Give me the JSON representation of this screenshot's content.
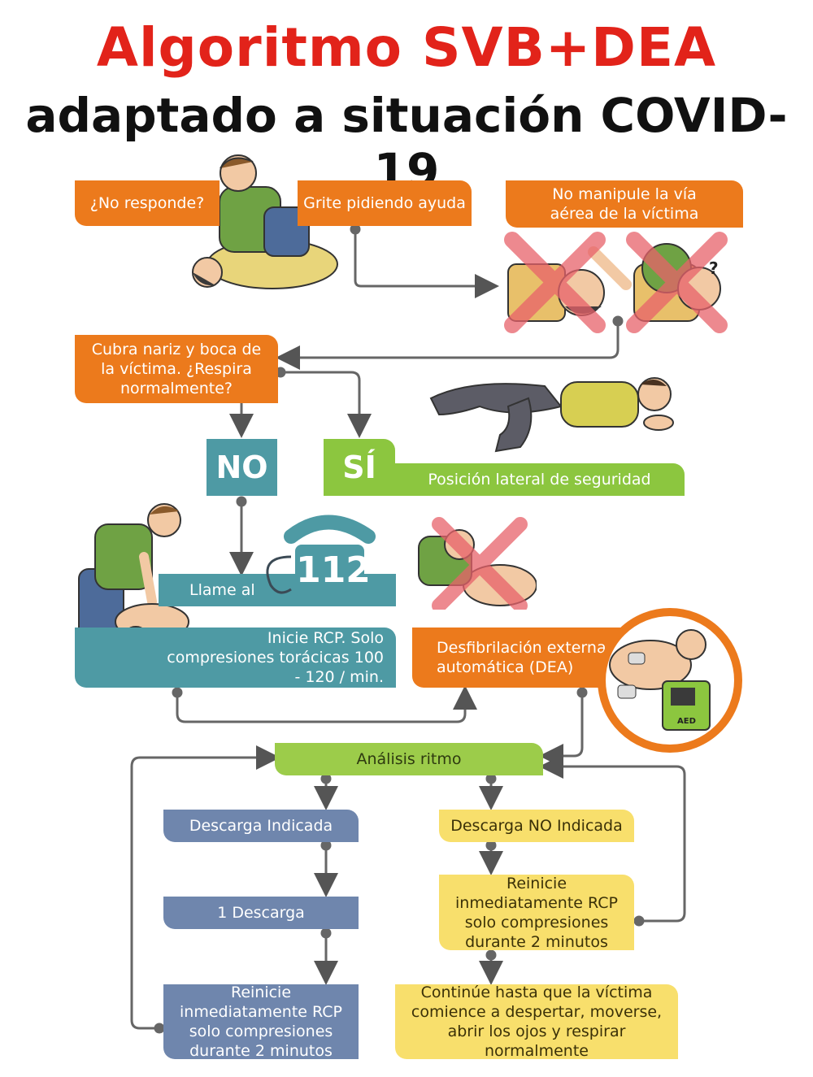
{
  "title": {
    "line1": "Algoritmo SVB+DEA",
    "line2": "adaptado a situación COVID-19"
  },
  "steps": {
    "no_responde": "¿No responde?",
    "grite": "Grite pidiendo ayuda",
    "no_manipule": "No manipule la vía aérea de la víctima",
    "cubra": "Cubra nariz y boca de la víctima. ¿Respira normalmente?",
    "no": "NO",
    "si": "SÍ",
    "posicion": "Posición lateral de seguridad",
    "llame": "Llame al",
    "telefono": "112",
    "inicie_rcp": "Inicie RCP. Solo compresiones torácicas 100 - 120 / min.",
    "desfibrilacion": "Desfibrilación externa automática (DEA)",
    "aed": "AED",
    "analisis": "Análisis ritmo",
    "descarga_indicada": "Descarga Indicada",
    "una_descarga": "1 Descarga",
    "reinicie_left": "Reinicie inmediatamente RCP solo compresiones durante 2 minutos",
    "descarga_no": "Descarga NO Indicada",
    "reinicie_right": "Reinicie inmediatamente RCP solo compresiones durante 2 minutos",
    "continue": "Continúe hasta que la víctima comience a despertar, moverse, abrir los ojos y respirar normalmente"
  },
  "colors": {
    "title_red": "#e2231a",
    "orange": "#ec7a1c",
    "teal": "#4e9aa4",
    "green": "#8cc63f",
    "slate": "#6f86ad",
    "yellow": "#f8df6c",
    "arrow": "#555555",
    "cross": "#e8626a"
  }
}
